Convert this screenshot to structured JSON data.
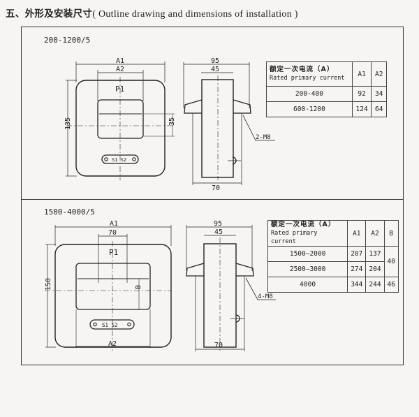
{
  "heading": {
    "zh": "五、外形及安装尺寸",
    "en": "( Outline drawing and dimensions of installation )"
  },
  "section1": {
    "model_range": "200-1200/5",
    "front_view": {
      "dim_a1": "A1",
      "dim_a2": "A2",
      "label_p1": "P1",
      "dim_height": "135",
      "dim_window": "35",
      "terminal": "S1 S2"
    },
    "side_view": {
      "dim_top_outer": "95",
      "dim_top_inner": "45",
      "dim_bottom": "70",
      "bolt_callout": "2-M8"
    },
    "table": {
      "header_zh": "额定一次电流（A）",
      "header_en": "Rated primary current",
      "col_a1": "A1",
      "col_a2": "A2",
      "rows": [
        {
          "current": "200-400",
          "a1": "92",
          "a2": "34"
        },
        {
          "current": "600-1200",
          "a1": "124",
          "a2": "64"
        }
      ]
    }
  },
  "section2": {
    "model_range": "1500-4000/5",
    "front_view": {
      "dim_a1": "A1",
      "dim_top": "70",
      "label_p1": "P1",
      "dim_height": "150",
      "dim_b": "B",
      "dim_a2": "A2",
      "terminal": "S1 S2"
    },
    "side_view": {
      "dim_top_outer": "95",
      "dim_top_inner": "45",
      "dim_bottom": "70",
      "bolt_callout": "4-M8"
    },
    "table": {
      "header_zh": "额定一次电流（A）",
      "header_en": "Rated primary current",
      "col_a1": "A1",
      "col_a2": "A2",
      "col_b": "B",
      "rows": [
        {
          "current": "1500—2000",
          "a1": "207",
          "a2": "137",
          "b": "40"
        },
        {
          "current": "2500—3000",
          "a1": "274",
          "a2": "204"
        },
        {
          "current": "4000",
          "a1": "344",
          "a2": "244",
          "b": "46"
        }
      ]
    }
  },
  "colors": {
    "ink": "#222222",
    "paper": "#f6f5f3"
  }
}
